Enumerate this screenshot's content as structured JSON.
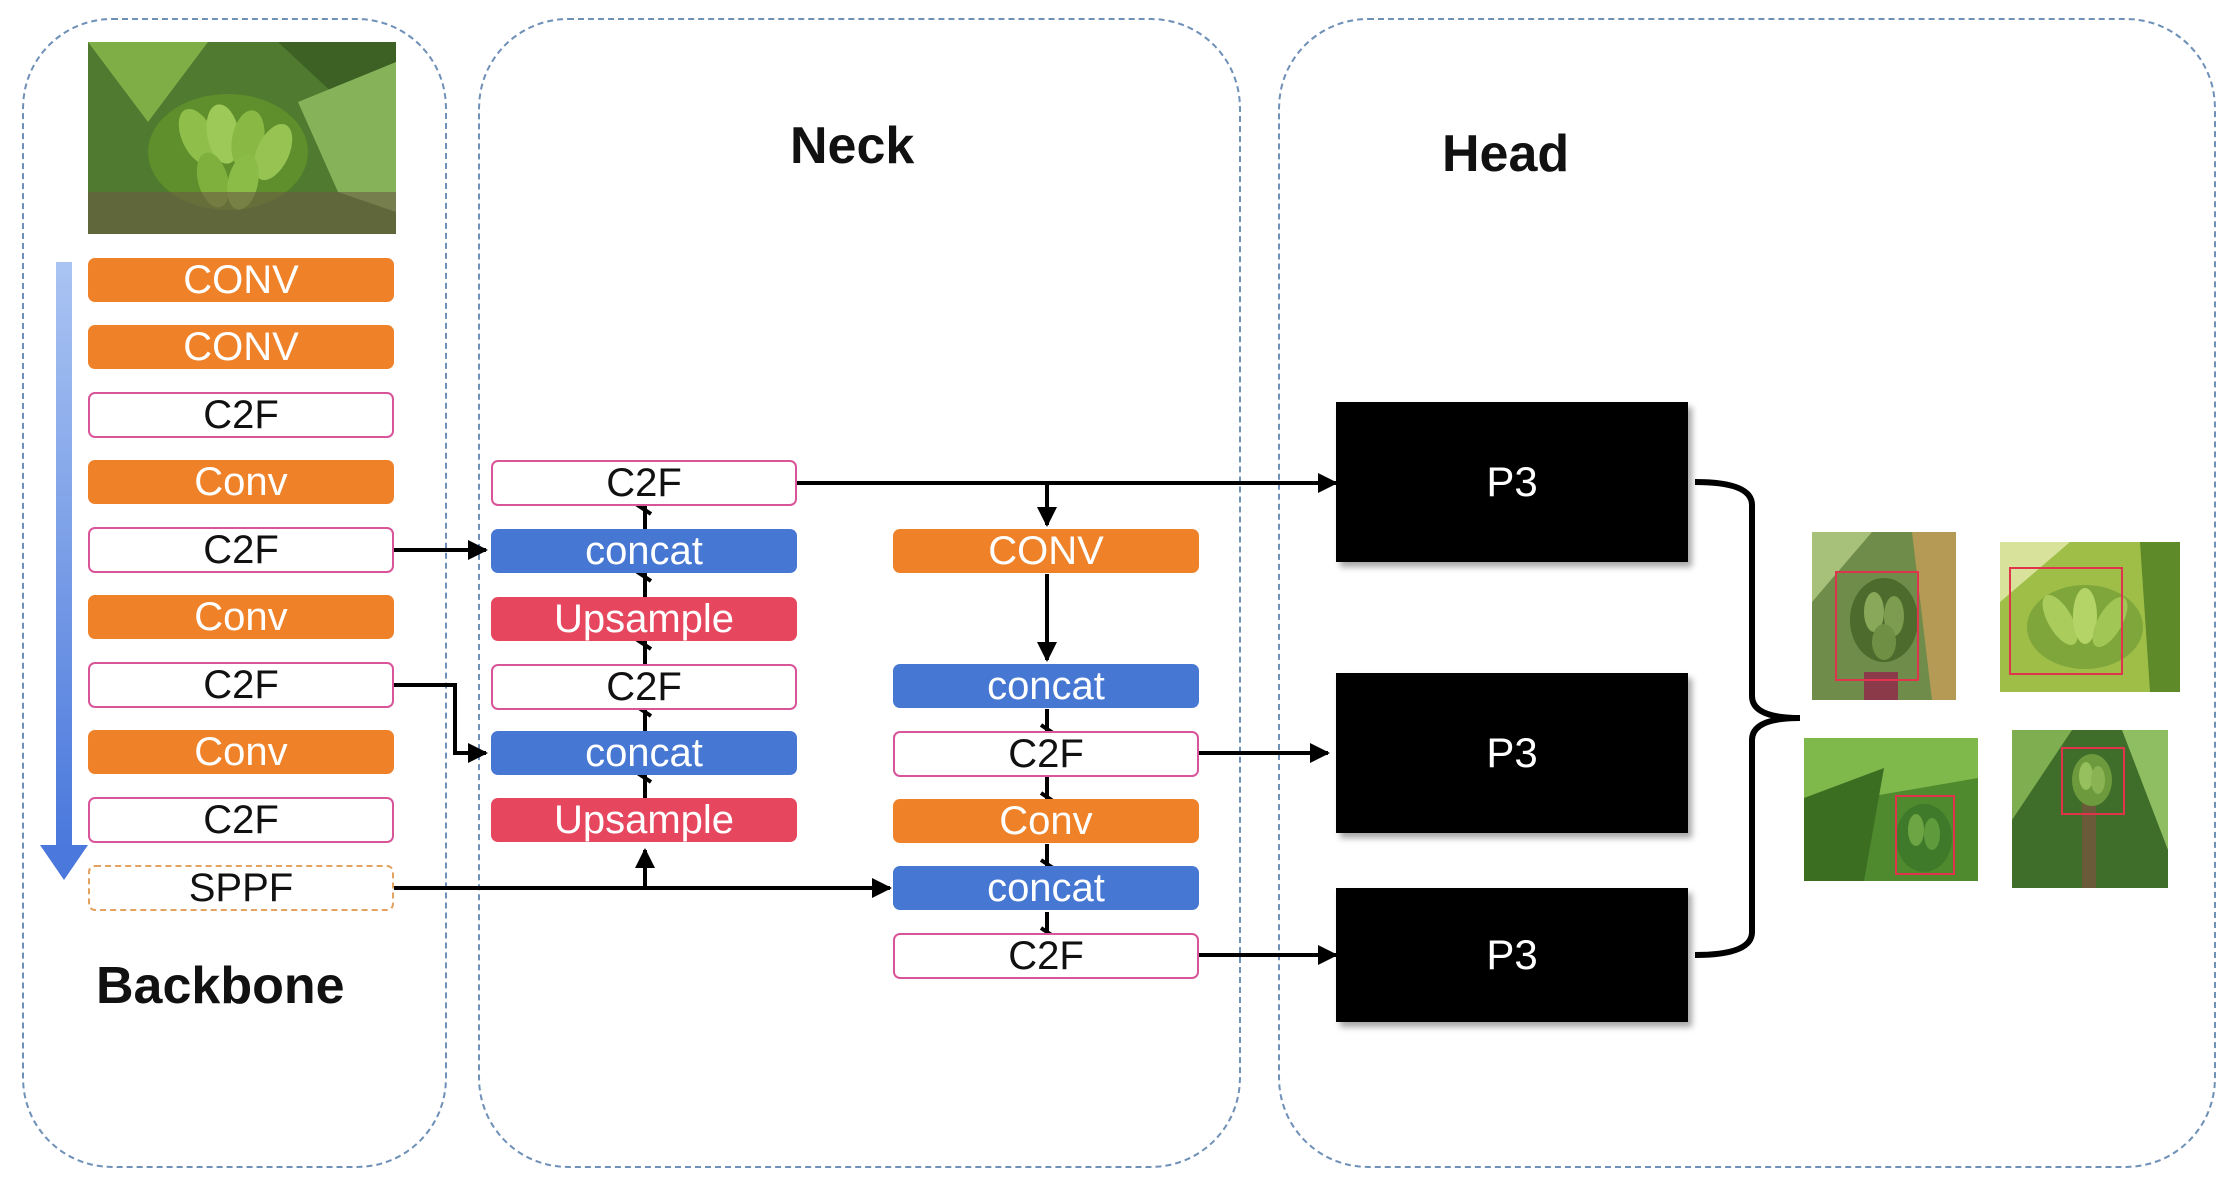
{
  "sections": {
    "backbone": "Backbone",
    "neck": "Neck",
    "head": "Head"
  },
  "backbone": {
    "blocks": [
      "CONV",
      "CONV",
      "C2F",
      "Conv",
      "C2F",
      "Conv",
      "C2F",
      "Conv",
      "C2F",
      "SPPF"
    ]
  },
  "neck": {
    "left_column": [
      "C2F",
      "concat",
      "Upsample",
      "C2F",
      "concat",
      "Upsample"
    ],
    "right_column": [
      "CONV",
      "concat",
      "C2F",
      "Conv",
      "concat",
      "C2F"
    ]
  },
  "head": {
    "outputs": [
      "P3",
      "P3",
      "P3"
    ]
  },
  "colors": {
    "conv": "#ef8128",
    "concat": "#4677d3",
    "upsample": "#e6475e",
    "c2f_border": "#d9559a",
    "panel_border": "#6f91b8",
    "flow_arrow": "#5b86e0",
    "detection_box": "#e0344d"
  },
  "images": {
    "input": "banana-bunch-input-photo",
    "results": [
      "banana-detection-result-1",
      "banana-detection-result-2",
      "banana-detection-result-3",
      "banana-detection-result-4"
    ]
  }
}
